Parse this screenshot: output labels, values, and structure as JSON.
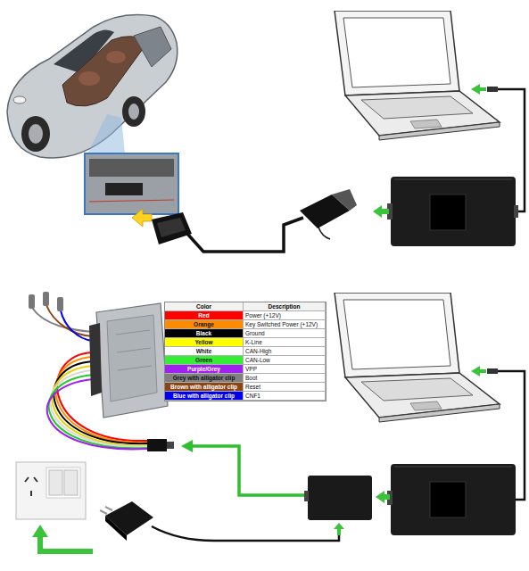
{
  "diagram": {
    "labels": [
      "Color",
      "Description",
      "Power (+12V)",
      "Key Switched Power (+12V)",
      "Ground",
      "K-Line",
      "CAN-High",
      "CAN-Low",
      "VPP",
      "Boot",
      "Reset",
      "CNF1"
    ],
    "legend": [
      {
        "text": "Red",
        "color": "#ff0000"
      },
      {
        "text": "Orange",
        "color": "#ff8c00"
      },
      {
        "text": "Black",
        "color": "#000000"
      },
      {
        "text": "Yellow",
        "color": "#ffff00"
      },
      {
        "text": "White",
        "color": "#ffffff"
      },
      {
        "text": "Green",
        "color": "#33ee33"
      },
      {
        "text": "Purple/Grey",
        "color": "#a020f0"
      },
      {
        "text": "Grey with alligator clip",
        "color": "#808080"
      },
      {
        "text": "Brown with alligator clip",
        "color": "#8b4513"
      },
      {
        "text": "Blue with alligator clip",
        "color": "#0000ee"
      }
    ]
  }
}
